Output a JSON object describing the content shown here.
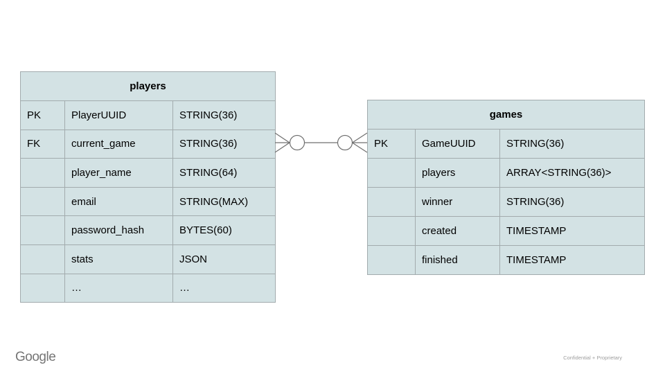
{
  "colors": {
    "background": "#ffffff",
    "table_fill": "#d3e2e4",
    "table_border": "#a2abad",
    "connector_stroke": "#6f6f6f",
    "text": "#000000",
    "logo_gray": "#757575",
    "footnote_gray": "#9e9e9e"
  },
  "players_table": {
    "title": "players",
    "rows": [
      {
        "key": "PK",
        "name": "PlayerUUID",
        "type": "STRING(36)"
      },
      {
        "key": "FK",
        "name": "current_game",
        "type": "STRING(36)"
      },
      {
        "key": "",
        "name": "player_name",
        "type": "STRING(64)"
      },
      {
        "key": "",
        "name": "email",
        "type": "STRING(MAX)"
      },
      {
        "key": "",
        "name": "password_hash",
        "type": "BYTES(60)"
      },
      {
        "key": "",
        "name": "stats",
        "type": "JSON"
      },
      {
        "key": "",
        "name": "…",
        "type": "…"
      }
    ]
  },
  "games_table": {
    "title": "games",
    "rows": [
      {
        "key": "PK",
        "name": "GameUUID",
        "type": "STRING(36)"
      },
      {
        "key": "",
        "name": "players",
        "type": "ARRAY<STRING(36)>"
      },
      {
        "key": "",
        "name": "winner",
        "type": "STRING(36)"
      },
      {
        "key": "",
        "name": "created",
        "type": "TIMESTAMP"
      },
      {
        "key": "",
        "name": "finished",
        "type": "TIMESTAMP"
      }
    ]
  },
  "relationship": {
    "left_end": "zero-or-many",
    "right_end": "zero-or-many",
    "from": "players.current_game",
    "to": "games.GameUUID"
  },
  "footer": {
    "logo_text": "Google",
    "note": "Confidential + Proprietary"
  }
}
